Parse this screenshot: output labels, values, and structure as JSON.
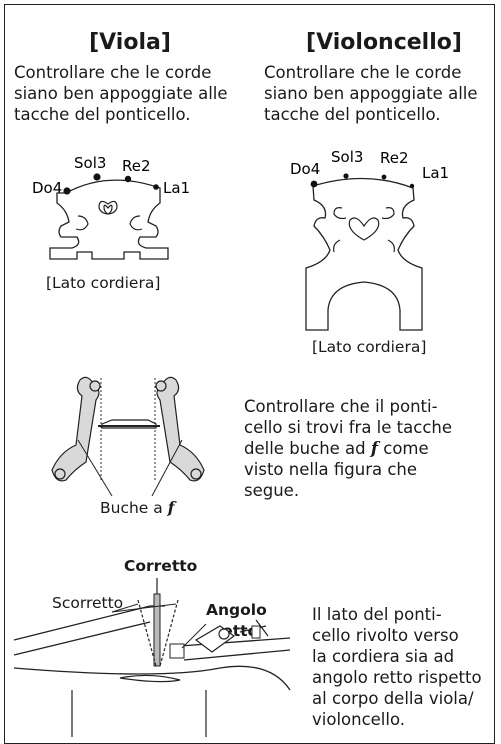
{
  "viola": {
    "heading": "[Viola]",
    "text": "Controllare che le corde siano ben appoggiate alle tacche del ponticello.",
    "strings": [
      "Do4",
      "Sol3",
      "Re2",
      "La1"
    ],
    "caption": "[Lato cordiera]"
  },
  "cello": {
    "heading": "[Violoncello]",
    "text": "Controllare che le corde siano ben appoggiate alle tacche del ponticello.",
    "strings": [
      "Do4",
      "Sol3",
      "Re2",
      "La1"
    ],
    "caption": "[Lato cordiera]"
  },
  "fholes": {
    "text": "Controllare che il ponticello si trovi fra le tacche delle buche ad f come visto nella figura che segue.",
    "lines": [
      "Controllare che il ponti-",
      "cello si trovi fra le tacche",
      "delle buche ad ",
      "f",
      " come",
      "visto nella figura che",
      "segue."
    ],
    "label": "Buche a ",
    "label_f": "f"
  },
  "angle": {
    "correct": "Corretto",
    "wrong": "Scorretto",
    "right_angle": "Angolo retto",
    "right_angle_lines": [
      "Angolo",
      "retto"
    ],
    "text_lines": [
      "Il lato del ponti-",
      "cello rivolto verso",
      "la cordiera sia ad",
      "angolo retto rispetto",
      "al corpo della viola/",
      "violoncello."
    ]
  }
}
